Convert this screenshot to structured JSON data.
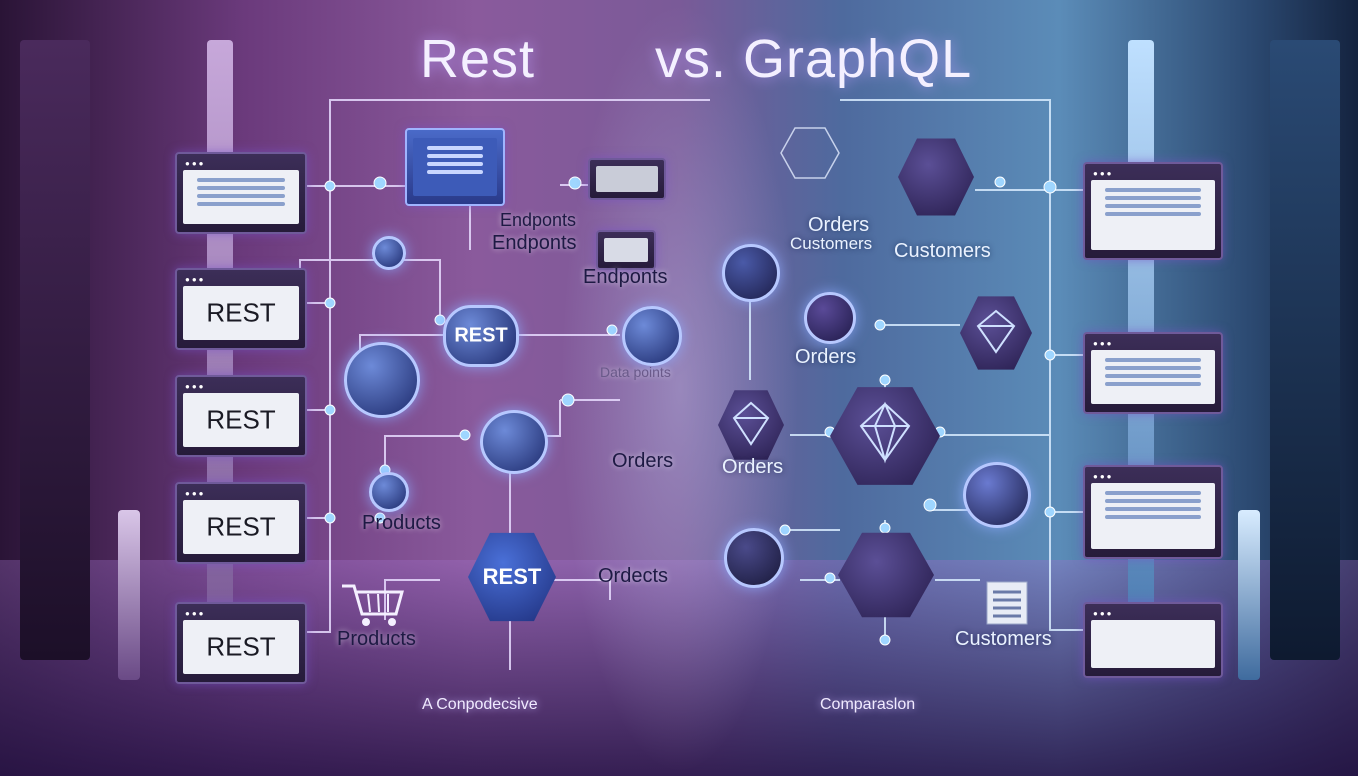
{
  "title": {
    "left": "Rest",
    "right": "vs. GraphQL"
  },
  "rest_monitors": {
    "m2": "REST",
    "m3": "REST",
    "m4": "REST",
    "m5": "REST"
  },
  "rest_nodes": {
    "n1": "REST",
    "n2": "REST"
  },
  "labels_left": {
    "endpoints_a": "Endponts",
    "endpoints_b": "Endponts",
    "endpoints_c": "Endponts",
    "datapoints": "Data points",
    "orders": "Orders",
    "products_a": "Products",
    "products_b": "Products",
    "ordects": "Ordects"
  },
  "labels_right": {
    "orders_top": "Orders",
    "customers_a": "Customers",
    "customers_b": "Customers",
    "orders_mid": "Orders",
    "orders_left": "Orders",
    "customers_bottom": "Customers"
  },
  "captions": {
    "left": "A Conpodecsive",
    "right": "Comparaslon"
  },
  "icons": {
    "cart": "shopping-cart-icon",
    "document": "document-icon",
    "diamond": "diamond-icon"
  },
  "colors": {
    "rest_side": "#8a5a9c",
    "graphql_side": "#5b8cb8",
    "node_border": "#b7c8ff",
    "title": "#f4f0ff"
  }
}
